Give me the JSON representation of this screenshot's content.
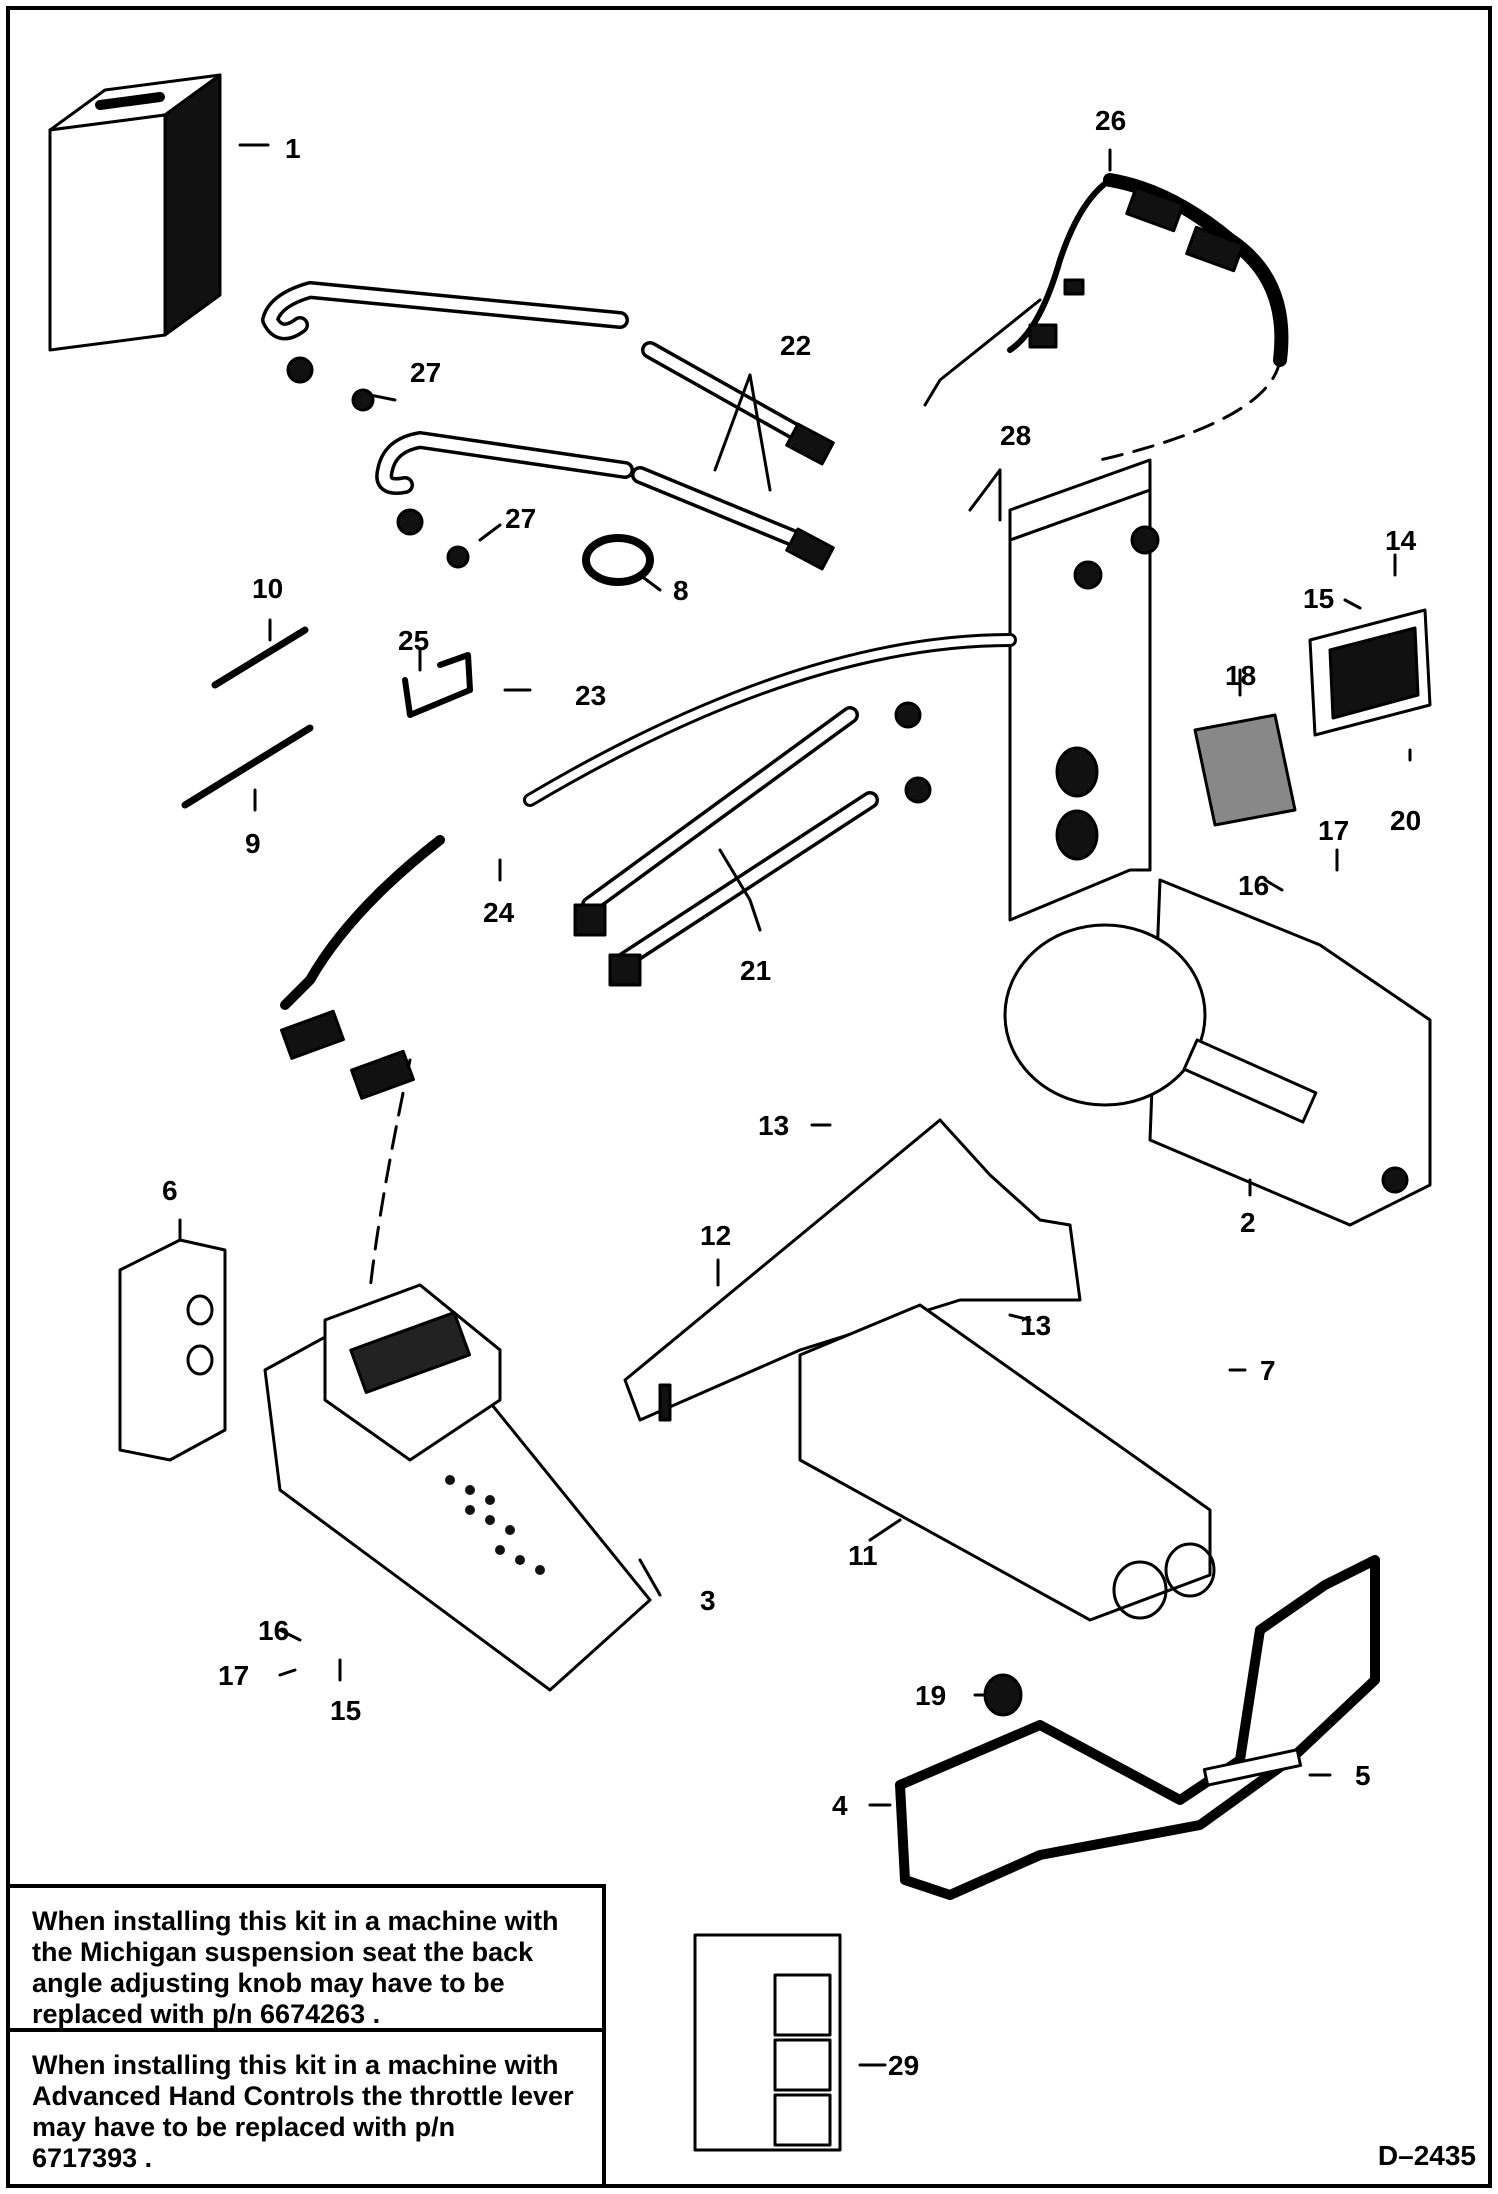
{
  "callouts": [
    {
      "id": "c1",
      "label": "1"
    },
    {
      "id": "c2",
      "label": "2"
    },
    {
      "id": "c3",
      "label": "3"
    },
    {
      "id": "c4",
      "label": "4"
    },
    {
      "id": "c5",
      "label": "5"
    },
    {
      "id": "c6",
      "label": "6"
    },
    {
      "id": "c7",
      "label": "7"
    },
    {
      "id": "c8",
      "label": "8"
    },
    {
      "id": "c9",
      "label": "9"
    },
    {
      "id": "c10",
      "label": "10"
    },
    {
      "id": "c11",
      "label": "11"
    },
    {
      "id": "c12",
      "label": "12"
    },
    {
      "id": "c13a",
      "label": "13"
    },
    {
      "id": "c13b",
      "label": "13"
    },
    {
      "id": "c14",
      "label": "14"
    },
    {
      "id": "c15a",
      "label": "15"
    },
    {
      "id": "c15b",
      "label": "15"
    },
    {
      "id": "c16a",
      "label": "16"
    },
    {
      "id": "c16b",
      "label": "16"
    },
    {
      "id": "c17a",
      "label": "17"
    },
    {
      "id": "c17b",
      "label": "17"
    },
    {
      "id": "c18",
      "label": "18"
    },
    {
      "id": "c19",
      "label": "19"
    },
    {
      "id": "c20",
      "label": "20"
    },
    {
      "id": "c21",
      "label": "21"
    },
    {
      "id": "c22",
      "label": "22"
    },
    {
      "id": "c23",
      "label": "23"
    },
    {
      "id": "c24",
      "label": "24"
    },
    {
      "id": "c25",
      "label": "25"
    },
    {
      "id": "c26",
      "label": "26"
    },
    {
      "id": "c27a",
      "label": "27"
    },
    {
      "id": "c27b",
      "label": "27"
    },
    {
      "id": "c28",
      "label": "28"
    },
    {
      "id": "c29",
      "label": "29"
    }
  ],
  "notes": {
    "michigan_seat": "When installing this kit in a machine with\nthe Michigan suspension seat the back\nangle adjusting knob may have to be\nreplaced with p/n  6674263     .",
    "hand_controls": "When installing this kit in a machine with\nAdvanced Hand Controls the throttle lever\nmay have to be replaced with p/n\n6717393 ."
  },
  "drawing_number": "D–2435"
}
